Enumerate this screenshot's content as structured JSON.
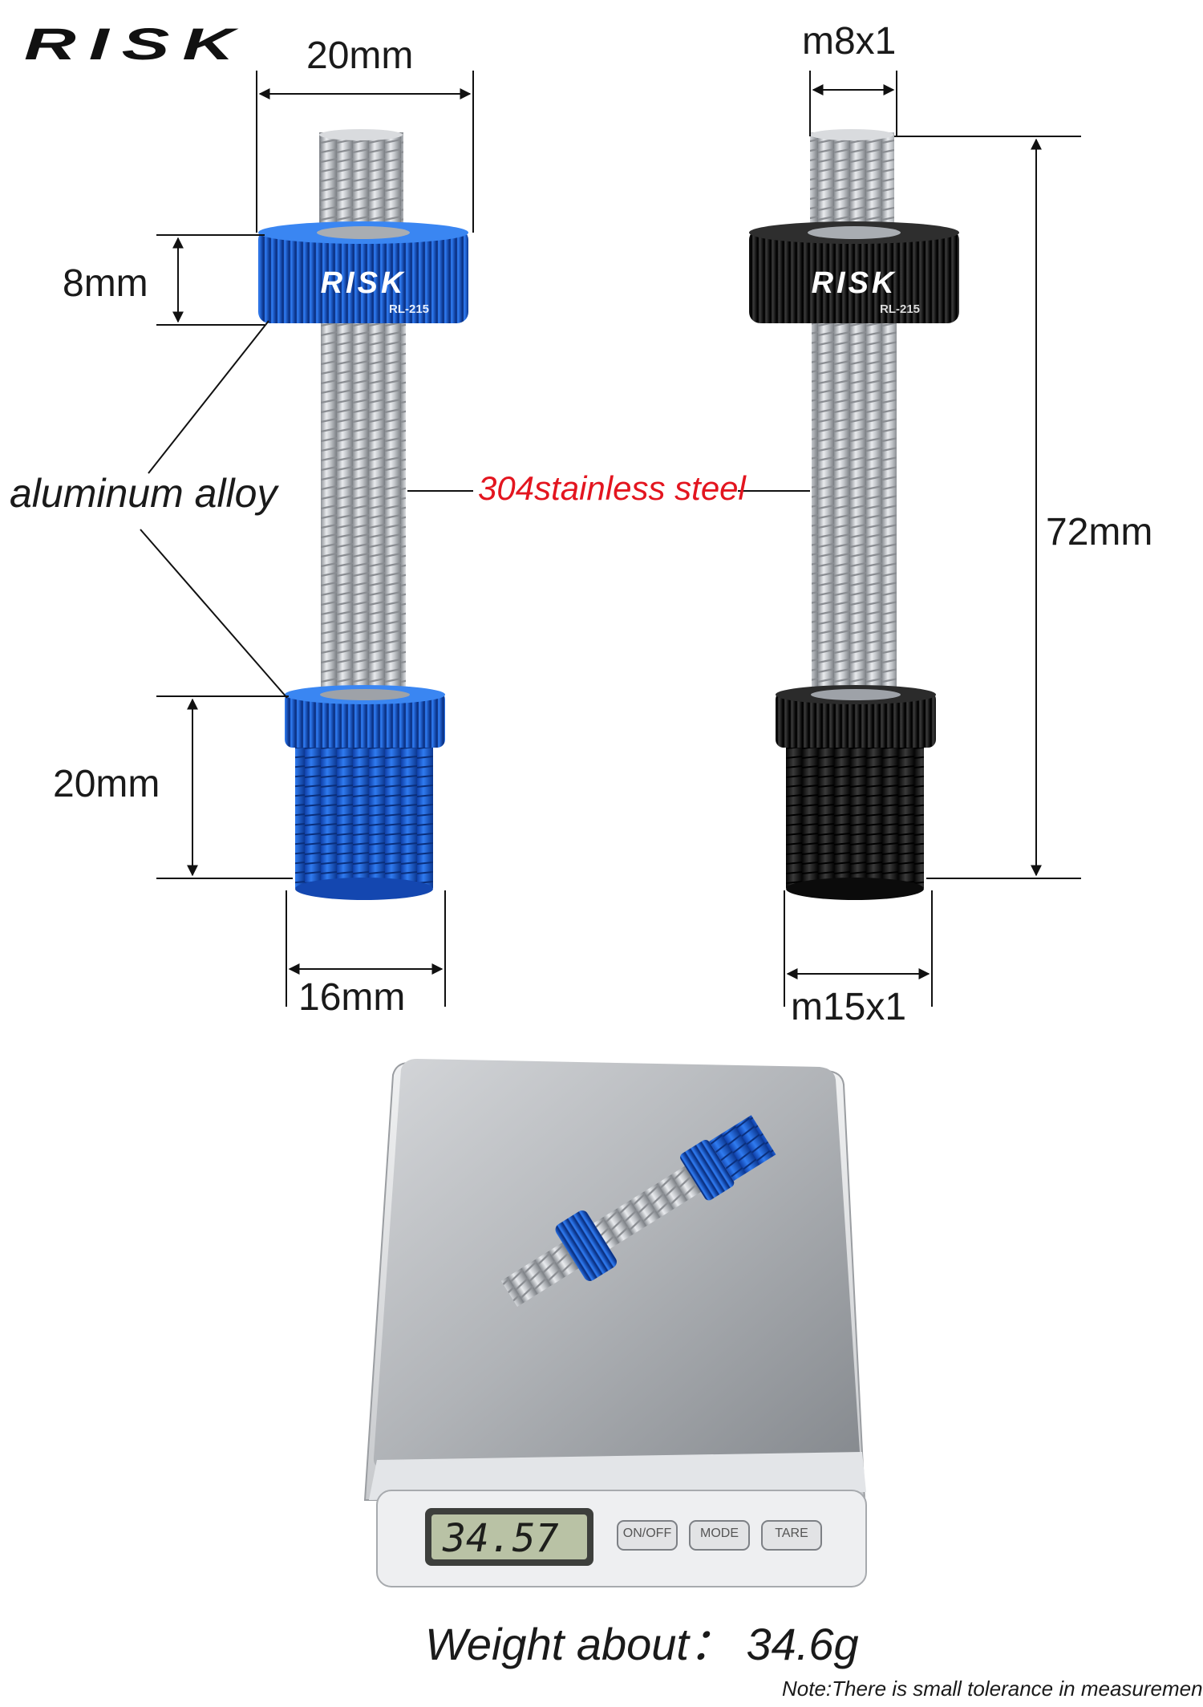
{
  "brand": {
    "logo_text": "RISK",
    "model": "RL-215"
  },
  "dimensions": {
    "top_width": "20mm",
    "thread_top": "m8x1",
    "nut_height": "8mm",
    "total_length": "72mm",
    "base_height": "20mm",
    "base_width": "16mm",
    "thread_bottom": "m15x1"
  },
  "materials": {
    "aluminum": "aluminum alloy",
    "steel": "304stainless steel"
  },
  "scale": {
    "display": "34.57",
    "buttons": [
      "ON/OFF",
      "MODE",
      "TARE"
    ]
  },
  "weight_text": "Weight about： 34.6g",
  "note": "Note:There is small tolerance in measurement.",
  "colors": {
    "blue_anodized": "#1f5fd6",
    "black_anodized": "#141414",
    "steel": "#c9ccd0",
    "accent_red": "#e3151f"
  }
}
